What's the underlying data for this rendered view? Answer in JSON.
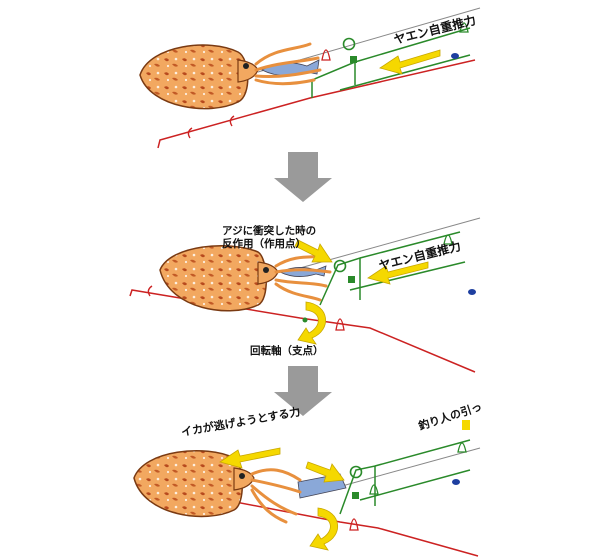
{
  "panels": [
    {
      "id": "panel-1",
      "labels": {
        "push": "ヤエン自重推力"
      }
    },
    {
      "id": "panel-2",
      "labels": {
        "push": "ヤエン自重推力",
        "reaction_line1": "アジに衝突した時の",
        "reaction_line2": "反作用（作用点）",
        "fulcrum": "回転軸（支点）"
      }
    },
    {
      "id": "panel-3",
      "labels": {
        "escape": "イカが逃げようとする力",
        "angler": "釣り人の引っ"
      }
    }
  ],
  "colors": {
    "yaen_rod": "#cc2222",
    "yaen_arm": "#2a8a2a",
    "force_arrow": "#f5d800",
    "step_arrow": "#9a9a9a",
    "squid_body": "#f0a05a",
    "squid_spots": "#b84a1e",
    "line": "#888888",
    "float": "#1e3fa0"
  }
}
